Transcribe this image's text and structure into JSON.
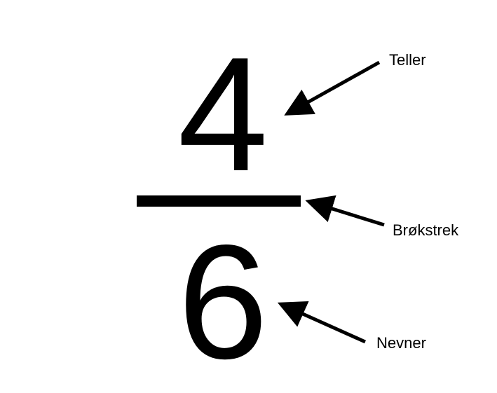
{
  "fraction": {
    "numerator": "4",
    "denominator": "6"
  },
  "labels": {
    "numerator_label": "Teller",
    "bar_label": "Brøkstrek",
    "denominator_label": "Nevner"
  },
  "colors": {
    "ink": "#000000",
    "background": "#ffffff"
  }
}
